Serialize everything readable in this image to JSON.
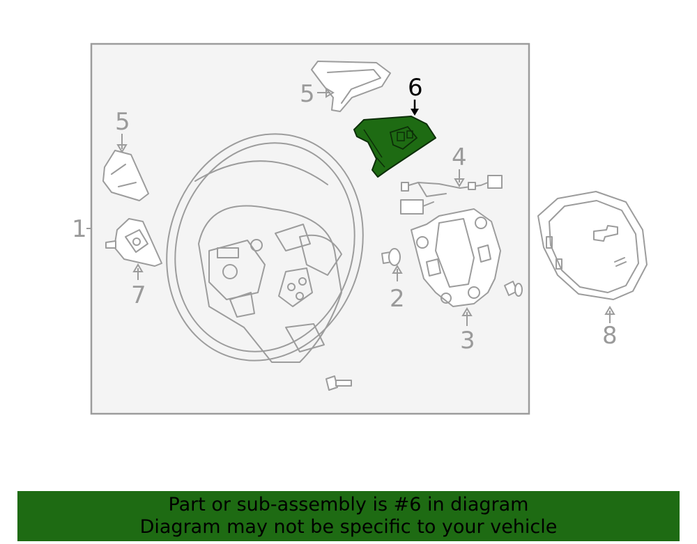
{
  "callouts": {
    "c1": "1",
    "c2": "2",
    "c3": "3",
    "c4": "4",
    "c5a": "5",
    "c5b": "5",
    "c6": "6",
    "c7": "7",
    "c8": "8"
  },
  "highlight": {
    "part": "6",
    "color": "#1e6b13"
  },
  "banner": {
    "line1": "Part or sub-assembly is #6 in diagram",
    "line2": "Diagram may not be specific to your vehicle",
    "color": "#1e6b13"
  }
}
